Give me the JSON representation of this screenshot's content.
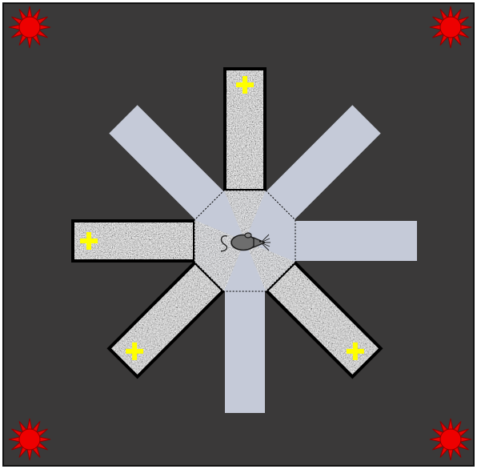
{
  "maze": {
    "arena_color": "#3a3939",
    "border_color": "#111111",
    "open_arm_color": "#c5cad8",
    "textured_arm_color": "#a9a9a9",
    "hub_color": "#c5cad8",
    "reward_marker_color": "#ffff00",
    "light_cue_color": "#ee0000",
    "arm_count": 8,
    "arms": [
      {
        "direction": "north",
        "textured": true,
        "reward": true
      },
      {
        "direction": "northeast",
        "textured": false,
        "reward": false
      },
      {
        "direction": "east",
        "textured": false,
        "reward": false
      },
      {
        "direction": "southeast",
        "textured": true,
        "reward": true
      },
      {
        "direction": "south",
        "textured": false,
        "reward": false
      },
      {
        "direction": "southwest",
        "textured": true,
        "reward": true
      },
      {
        "direction": "west",
        "textured": true,
        "reward": true
      },
      {
        "direction": "northwest",
        "textured": false,
        "reward": false
      }
    ],
    "light_cues": [
      "top-left",
      "top-right",
      "bottom-left",
      "bottom-right"
    ],
    "animal": "rat",
    "reward_icon": "plus-icon",
    "light_icon": "sun-icon"
  }
}
